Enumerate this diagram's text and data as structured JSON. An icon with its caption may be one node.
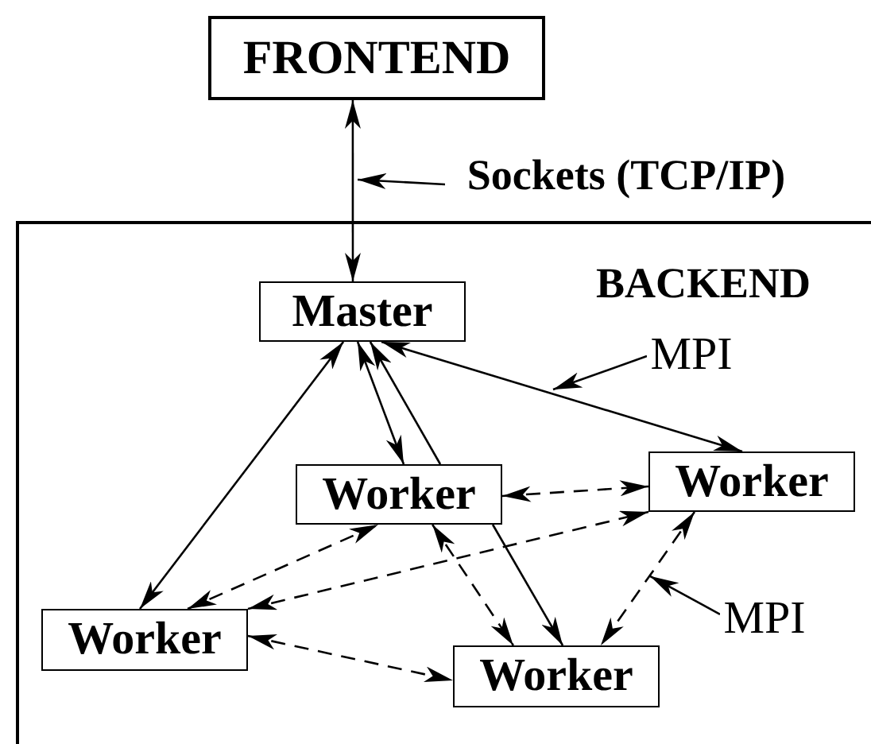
{
  "diagram": {
    "nodes": [
      {
        "text": [
          "FRONTEND"
        ]
      },
      {
        "text": [
          "Sockets (TCP/IP)"
        ]
      },
      {
        "text": [
          "BACKEND"
        ]
      },
      {
        "text": [
          "Master"
        ],
        "in": 2
      },
      {
        "text": [
          "MPI"
        ],
        "in": 2
      },
      {
        "text": [
          "Worker"
        ],
        "in": 2
      },
      {
        "text": [
          "Worker"
        ],
        "in": 2
      },
      {
        "text": [
          "Worker"
        ],
        "in": 2
      },
      {
        "text": [
          "MPI"
        ],
        "in": 2
      },
      {
        "text": [
          "Worker"
        ],
        "in": 2
      }
    ],
    "edges": [
      {
        "from": 0,
        "to": 3,
        "arrow": "both"
      },
      {
        "from": 3,
        "to": 7,
        "arrow": "both"
      },
      {
        "from": 3,
        "to": 5,
        "arrow": "both"
      },
      {
        "from": 5,
        "to": 3,
        "arrow": "to"
      },
      {
        "from": 3,
        "to": 6,
        "arrow": "both"
      },
      {
        "from": 5,
        "to": 9,
        "arrow": "to"
      },
      {
        "from": 5,
        "to": 6,
        "arrow": "both",
        "style": "dashed"
      },
      {
        "from": 7,
        "to": 5,
        "arrow": "both",
        "style": "dashed"
      },
      {
        "from": 7,
        "to": 6,
        "arrow": "both",
        "style": "dashed"
      },
      {
        "from": 5,
        "to": 9,
        "arrow": "both",
        "style": "dashed"
      },
      {
        "from": 7,
        "to": 9,
        "arrow": "both",
        "style": "dashed"
      },
      {
        "from": 6,
        "to": 9,
        "arrow": "both",
        "style": "dashed"
      },
      {
        "from": 1,
        "to": null,
        "arrow": "to"
      },
      {
        "from": 4,
        "to": null,
        "arrow": "to"
      },
      {
        "from": 8,
        "to": null,
        "arrow": "to"
      }
    ]
  }
}
